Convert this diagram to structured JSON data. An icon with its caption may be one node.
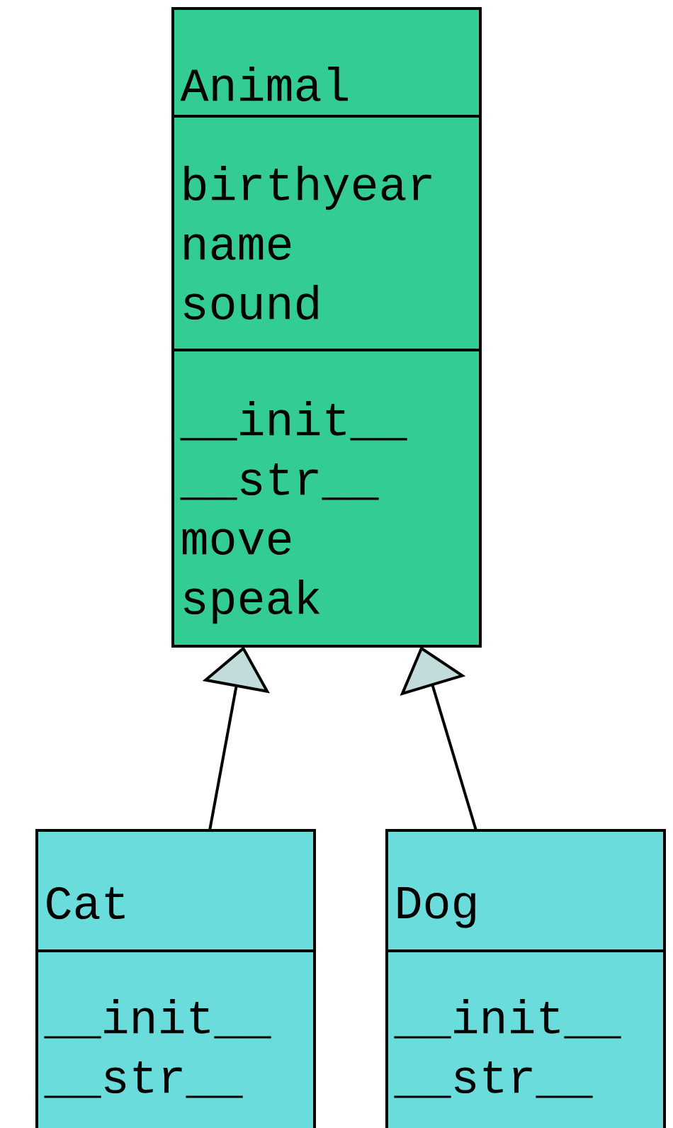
{
  "diagram": {
    "nodes": [
      {
        "text": [
          "Animal",
          "birthyear name sound",
          "__init__ __str__ move speak"
        ]
      },
      {
        "text": [
          "Cat",
          "__init__ __str__"
        ]
      },
      {
        "text": [
          "Dog",
          "__init__ __str__"
        ]
      }
    ],
    "edges": [
      {
        "from": 1,
        "to": 0,
        "arrow": "to"
      },
      {
        "from": 2,
        "to": 0,
        "arrow": "to"
      }
    ]
  }
}
